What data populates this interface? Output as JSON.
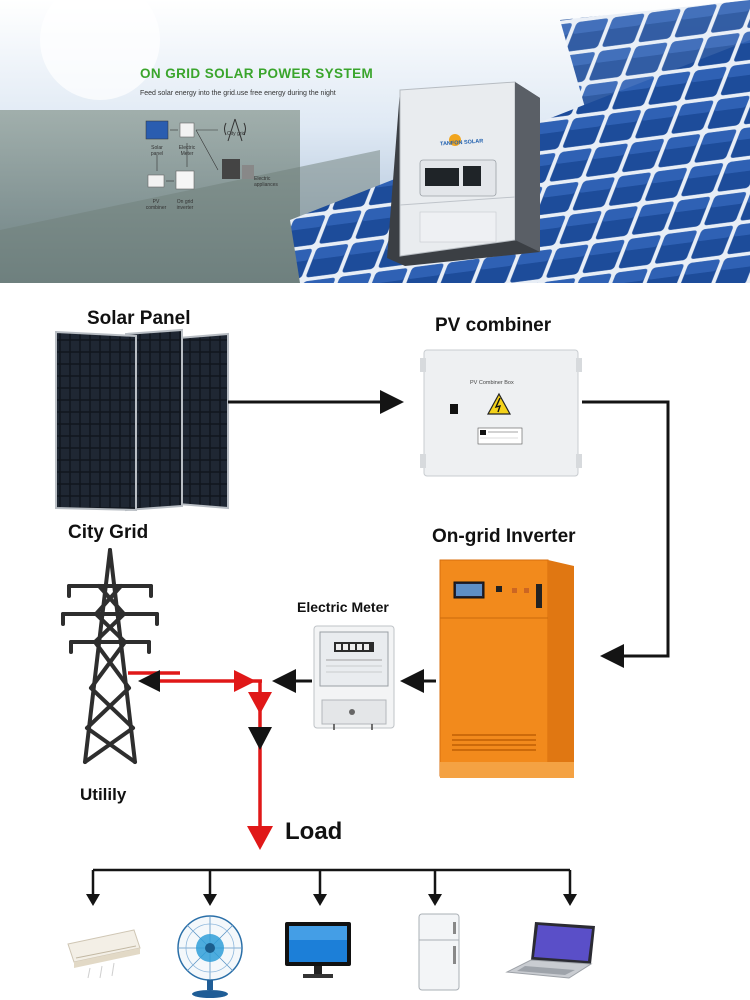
{
  "banner": {
    "title": "ON GRID SOLAR POWER SYSTEM",
    "subtitle": "Feed solar energy into the grid.use free energy during the night",
    "inverter_brand": "TANFON SOLAR",
    "mini": {
      "solar_panel": "Solar panel",
      "electric_meter": "Electric Meter",
      "city_grid": "City grid",
      "electric_appliances": "Electric appliances",
      "pv_combiner": "PV combiner",
      "ongrid_inverter": "On grid inverter"
    }
  },
  "diagram": {
    "solar_panel": "Solar Panel",
    "pv_combiner": "PV combiner",
    "combiner_box_label": "PV Combiner Box",
    "city_grid": "City Grid",
    "ongrid_inverter": "On-grid Inverter",
    "electric_meter": "Electric Meter",
    "utility": "Utilily",
    "load": "Load"
  },
  "colors": {
    "title_green": "#3aa52c",
    "flow_red": "#e01818",
    "inverter_orange": "#f28a1c"
  }
}
